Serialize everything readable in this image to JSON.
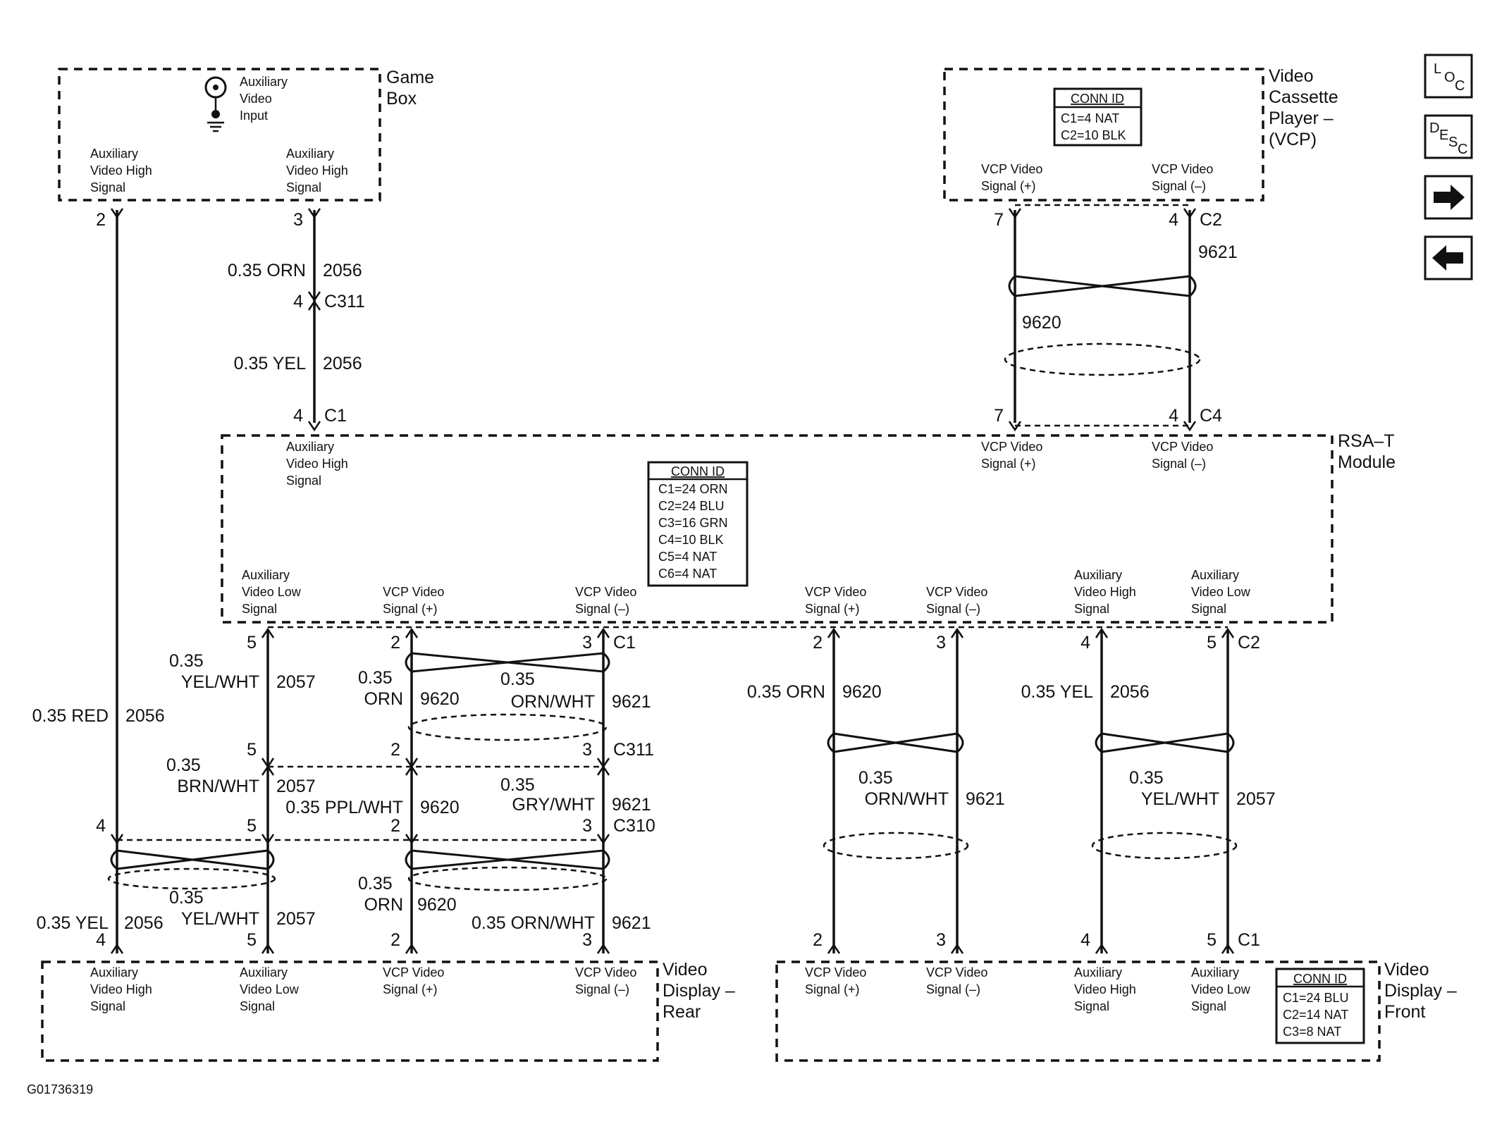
{
  "components": {
    "game_box": {
      "name_line1": "Game",
      "name_line2": "Box",
      "input_label": [
        "Auxiliary",
        "Video",
        "Input"
      ],
      "pin_labels": [
        [
          "Auxiliary",
          "Video High",
          "Signal"
        ],
        [
          "Auxiliary",
          "Video High",
          "Signal"
        ]
      ]
    },
    "vcp": {
      "name_lines": [
        "Video",
        "Cassette",
        "Player –",
        "(VCP)"
      ],
      "conn_id_title": "CONN ID",
      "conn_id_rows": [
        "C1=4 NAT",
        "C2=10 BLK"
      ],
      "pin_labels": [
        [
          "VCP Video",
          "Signal (+)"
        ],
        [
          "VCP Video",
          "Signal (–)"
        ]
      ]
    },
    "rsa": {
      "name_lines": [
        "RSA–T",
        "Module"
      ],
      "conn_id_title": "CONN ID",
      "conn_id_rows": [
        "C1=24 ORN",
        "C2=24 BLU",
        "C3=16 GRN",
        "C4=10 BLK",
        "C5=4 NAT",
        "C6=4 NAT"
      ],
      "top_labels": [
        [
          "Auxiliary",
          "Video High",
          "Signal"
        ],
        [
          "VCP Video",
          "Signal (+)"
        ],
        [
          "VCP Video",
          "Signal (–)"
        ]
      ],
      "bottom_labels": [
        [
          "Auxiliary",
          "Video Low",
          "Signal"
        ],
        [
          "VCP Video",
          "Signal (+)"
        ],
        [
          "VCP Video",
          "Signal (–)"
        ],
        [
          "VCP Video",
          "Signal (+)"
        ],
        [
          "VCP Video",
          "Signal (–)"
        ],
        [
          "Auxiliary",
          "Video High",
          "Signal"
        ],
        [
          "Auxiliary",
          "Video Low",
          "Signal"
        ]
      ]
    },
    "rear_display": {
      "name_lines": [
        "Video",
        "Display –",
        "Rear"
      ],
      "pin_labels": [
        [
          "Auxiliary",
          "Video High",
          "Signal"
        ],
        [
          "Auxiliary",
          "Video Low",
          "Signal"
        ],
        [
          "VCP Video",
          "Signal (+)"
        ],
        [
          "VCP Video",
          "Signal (–)"
        ]
      ]
    },
    "front_display": {
      "name_lines": [
        "Video",
        "Display –",
        "Front"
      ],
      "conn_id_title": "CONN ID",
      "conn_id_rows": [
        "C1=24 BLU",
        "C2=14 NAT",
        "C3=8 NAT"
      ],
      "pin_labels": [
        [
          "VCP Video",
          "Signal (+)"
        ],
        [
          "VCP Video",
          "Signal (–)"
        ],
        [
          "Auxiliary",
          "Video High",
          "Signal"
        ],
        [
          "Auxiliary",
          "Video Low",
          "Signal"
        ]
      ]
    }
  },
  "pins": {
    "game_2": "2",
    "game_3": "3",
    "vcp_7": "7",
    "vcp_4": "4",
    "vcp_c2": "C2",
    "rsa_top_4": "4",
    "rsa_top_c1": "C1",
    "rsa_top_7": "7",
    "rsa_top_4b": "4",
    "rsa_c4": "C4",
    "c311_upper_4": "4",
    "c311_upper_id": "C311",
    "rsa_bottom_5": "5",
    "rsa_bottom_2": "2",
    "rsa_bottom_3": "3",
    "rsa_bottom_c1": "C1",
    "rsa_bottom_2b": "2",
    "rsa_bottom_3b": "3",
    "rsa_bottom_4": "4",
    "rsa_bottom_5b": "5",
    "rsa_bottom_c2": "C2",
    "c311_lower_5": "5",
    "c311_lower_2": "2",
    "c311_lower_3": "3",
    "c311_lower_id": "C311",
    "c310_4": "4",
    "c310_5": "5",
    "c310_2": "2",
    "c310_3": "3",
    "c310_id": "C310",
    "rear_4": "4",
    "rear_5": "5",
    "rear_2": "2",
    "rear_3": "3",
    "front_2": "2",
    "front_3": "3",
    "front_4": "4",
    "front_5": "5",
    "front_c1": "C1"
  },
  "wires": {
    "orn_2056_size": "0.35 ORN",
    "orn_2056_circuit": "2056",
    "yel_2056_size": "0.35 YEL",
    "yel_2056_circuit": "2056",
    "vcp_9621": "9621",
    "vcp_9620": "9620",
    "red_2056_size": "0.35 RED",
    "red_2056_circuit": "2056",
    "yelwht_2057_size": [
      "0.35",
      "YEL/WHT"
    ],
    "yelwht_2057_circuit": "2057",
    "orn_9620_size": [
      "0.35",
      "ORN"
    ],
    "orn_9620_circuit": "9620",
    "ornwht_9621_size": [
      "0.35",
      "ORN/WHT"
    ],
    "ornwht_9621_circuit": "9621",
    "brnwht_2057_size": [
      "0.35",
      "BRN/WHT"
    ],
    "brnwht_2057_circuit": "2057",
    "pplwht_9620_size": "0.35 PPL/WHT",
    "pplwht_9620_circuit": "9620",
    "grywht_9621_size": [
      "0.35",
      "GRY/WHT"
    ],
    "grywht_9621_circuit": "9621",
    "rear_yel_2056_size": "0.35 YEL",
    "rear_yel_2056_circuit": "2056",
    "rear_yelwht_2057_size": [
      "0.35",
      "YEL/WHT"
    ],
    "rear_yelwht_2057_circuit": "2057",
    "rear_orn_9620_size": [
      "0.35",
      "ORN"
    ],
    "rear_orn_9620_circuit": "9620",
    "rear_ornwht_9621_size": "0.35 ORN/WHT",
    "rear_ornwht_9621_circuit": "9621",
    "front_orn_9620_size": "0.35 ORN",
    "front_orn_9620_circuit": "9620",
    "front_ornwht_9621_size": [
      "0.35",
      "ORN/WHT"
    ],
    "front_ornwht_9621_circuit": "9621",
    "front_yel_2056_size": "0.35 YEL",
    "front_yel_2056_circuit": "2056",
    "front_yelwht_2057_size": [
      "0.35",
      "YEL/WHT"
    ],
    "front_yelwht_2057_circuit": "2057"
  },
  "nav": {
    "loc": [
      "L",
      "O",
      "C"
    ],
    "desc": [
      "D",
      "E",
      "S",
      "C"
    ]
  },
  "figure_id": "G01736319"
}
